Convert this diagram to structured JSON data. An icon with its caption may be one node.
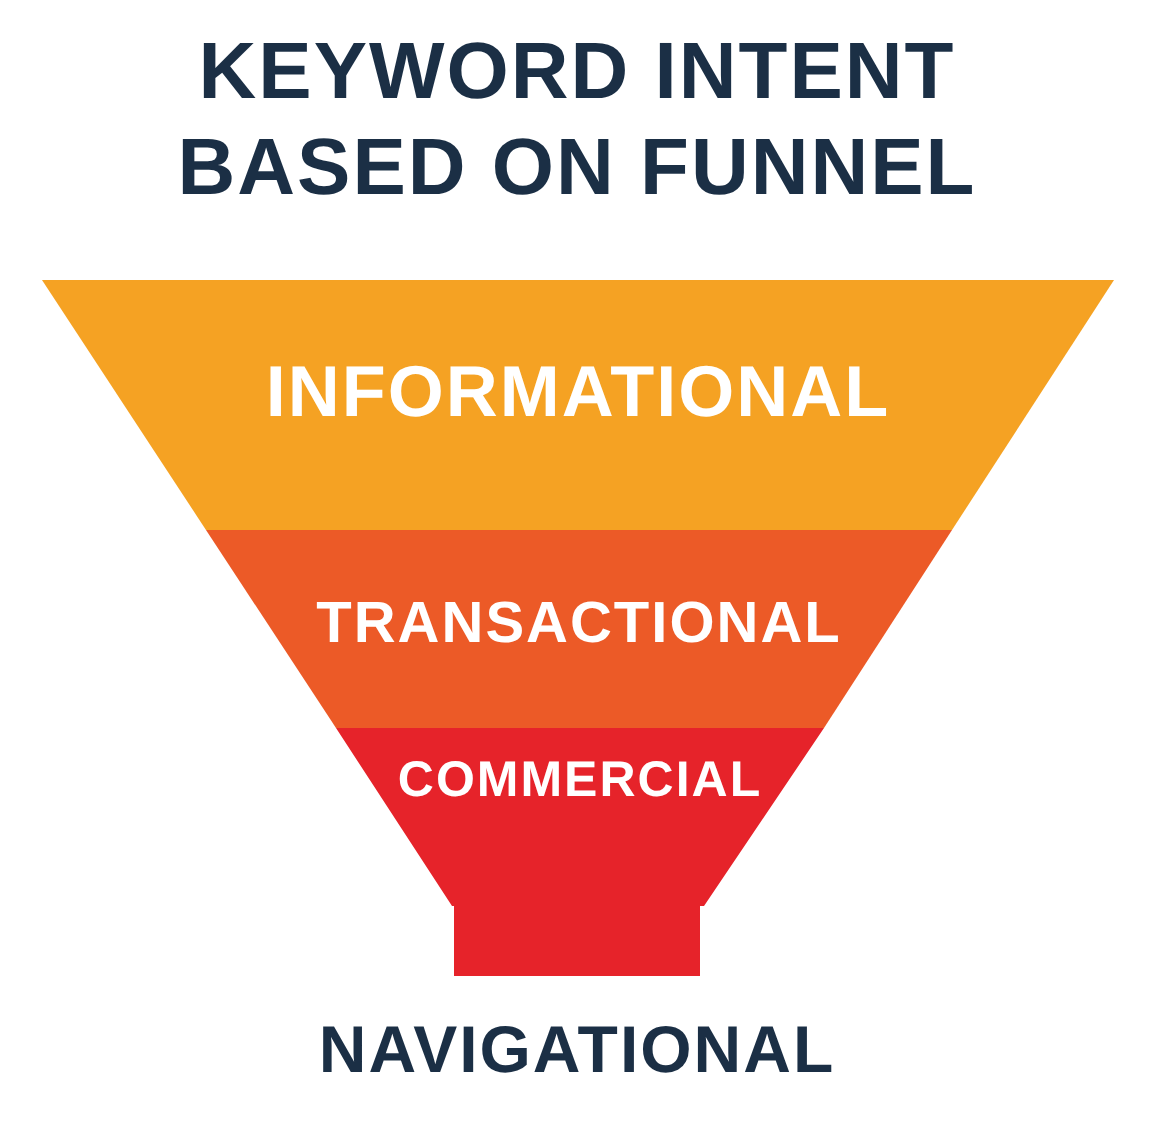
{
  "diagram": {
    "title": "KEYWORD INTENT BASED ON FUNNEL",
    "nodes": [
      {
        "text": [
          "INFORMATIONAL"
        ]
      },
      {
        "text": [
          "TRANSACTIONAL"
        ]
      },
      {
        "text": [
          "COMMERCIAL"
        ]
      }
    ],
    "labels": [
      "NAVIGATIONAL"
    ]
  }
}
